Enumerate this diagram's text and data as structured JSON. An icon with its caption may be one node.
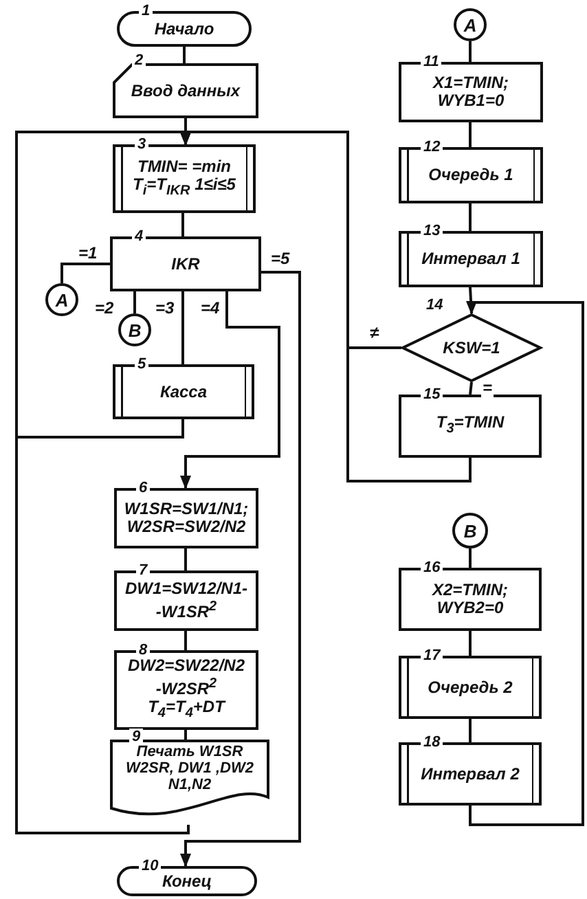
{
  "diagram": {
    "nodes": [
      {
        "text": [
          "Начало"
        ],
        "beside": [
          "1"
        ]
      },
      {
        "text": [
          "Ввод данных"
        ],
        "beside": [
          "2"
        ]
      },
      {
        "text": [
          "TMIN= =min T$_{i}$=T$_{IKR}$ 1≤i≤5"
        ],
        "beside": [
          "3"
        ]
      },
      {
        "text": [
          "IKR"
        ],
        "beside": [
          "4"
        ]
      },
      {
        "text": [
          "A"
        ]
      },
      {
        "text": [
          "B"
        ]
      },
      {
        "text": [
          "Касса"
        ],
        "beside": [
          "5"
        ]
      },
      {
        "text": [
          "W1SR=SW1/N1; W2SR=SW2/N2"
        ],
        "beside": [
          "6"
        ]
      },
      {
        "text": [
          "DW1=SW12/N1- -W1SR$^{2}$"
        ],
        "beside": [
          "7"
        ]
      },
      {
        "text": [
          "DW2=SW22/N2 -W2SR$^{2}$",
          "T$_{4}$=T$_{4}$+DT"
        ],
        "beside": [
          "8"
        ]
      },
      {
        "text": [
          "Печать W1SR W2SR, DW1 ,DW2 N1,N2"
        ],
        "beside": [
          "9"
        ]
      },
      {
        "text": [
          "Конец"
        ],
        "beside": [
          "10"
        ]
      },
      {
        "text": [
          "A"
        ]
      },
      {
        "text": [
          "X1=TMIN; WYB1=0"
        ],
        "beside": [
          "11"
        ]
      },
      {
        "text": [
          "Очередь 1"
        ],
        "beside": [
          "12"
        ]
      },
      {
        "text": [
          "Интервал 1"
        ],
        "beside": [
          "13"
        ]
      },
      {
        "text": [
          "KSW=1"
        ],
        "beside": [
          "14"
        ]
      },
      {
        "text": [
          "T$_{3}$=TMIN"
        ],
        "beside": [
          "15"
        ]
      },
      {
        "text": [
          "B"
        ]
      },
      {
        "text": [
          "X2=TMIN; WYB2=0"
        ],
        "beside": [
          "16"
        ]
      },
      {
        "text": [
          "Очередь 2"
        ],
        "beside": [
          "17"
        ]
      },
      {
        "text": [
          "Интервал 2"
        ],
        "beside": [
          "18"
        ]
      }
    ],
    "edges": [
      {
        "from": 0,
        "to": 1,
        "arrow": "none"
      },
      {
        "from": 1,
        "to": 2,
        "arrow": "none"
      },
      {
        "from": 2,
        "to": 3,
        "arrow": "none"
      },
      {
        "from": 3,
        "to": 4,
        "arrow": "none",
        "label": "=1"
      },
      {
        "from": 3,
        "to": 5,
        "arrow": "none",
        "label": "=2"
      },
      {
        "from": 3,
        "to": 6,
        "arrow": "none",
        "label": "=3"
      },
      {
        "from": 3,
        "to": 7,
        "arrow": "to",
        "label": "=4"
      },
      {
        "from": 3,
        "to": 11,
        "arrow": "to",
        "label": "=5"
      },
      {
        "from": 6,
        "to": 2,
        "arrow": "to"
      },
      {
        "from": 7,
        "to": 8,
        "arrow": "none"
      },
      {
        "from": 8,
        "to": 9,
        "arrow": "none"
      },
      {
        "from": 9,
        "to": 10,
        "arrow": "none"
      },
      {
        "from": 10,
        "to": 2,
        "arrow": "to"
      },
      {
        "from": 12,
        "to": 13,
        "arrow": "none"
      },
      {
        "from": 13,
        "to": 14,
        "arrow": "none"
      },
      {
        "from": 14,
        "to": 15,
        "arrow": "none"
      },
      {
        "from": 15,
        "to": 16,
        "arrow": "none"
      },
      {
        "from": 16,
        "to": 17,
        "arrow": "none",
        "label": "="
      },
      {
        "from": 16,
        "to": 2,
        "arrow": "to",
        "label": "≠"
      },
      {
        "from": 17,
        "to": 2,
        "arrow": "to"
      },
      {
        "from": 18,
        "to": 19,
        "arrow": "none"
      },
      {
        "from": 19,
        "to": 20,
        "arrow": "none"
      },
      {
        "from": 20,
        "to": 21,
        "arrow": "none"
      },
      {
        "from": 21,
        "to": 16,
        "arrow": "to"
      }
    ]
  }
}
